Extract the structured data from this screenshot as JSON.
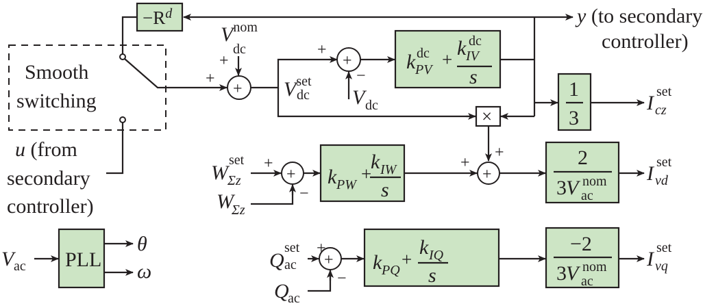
{
  "figure": {
    "blocks": {
      "droop": {
        "label": "−R",
        "sup": "d"
      },
      "pi_dc": {
        "k_p": "k",
        "k_p_sup": "dc",
        "k_p_sub": "PV",
        "plus": "+",
        "k_i": "k",
        "k_i_sup": "dc",
        "k_i_sub": "IV",
        "den": "s"
      },
      "one_third": {
        "num": "1",
        "den": "3"
      },
      "multiply": {
        "label": "×"
      },
      "pi_w": {
        "k_p": "k",
        "k_p_sub": "PW",
        "plus": "+",
        "k_i": "k",
        "k_i_sub": "IW",
        "den": "s"
      },
      "gain_d": {
        "num": "2",
        "den_coef": "3",
        "den_var": "V",
        "den_sup": "nom",
        "den_sub": "ac"
      },
      "pi_q": {
        "k_p": "k",
        "k_p_sub": "PQ",
        "plus": "+",
        "k_i": "k",
        "k_i_sub": "IQ",
        "den": "s"
      },
      "gain_q": {
        "num": "−2",
        "den_coef": "3",
        "den_var": "V",
        "den_sup": "nom",
        "den_sub": "ac"
      },
      "pll": {
        "label": "PLL"
      }
    },
    "switch_box": {
      "line1": "Smooth",
      "line2": "switching"
    },
    "signals": {
      "y_out": {
        "var": "y",
        "text1": " (to secondary",
        "text2": "controller)"
      },
      "u_in": {
        "var": "u",
        "text1": " (from",
        "text2": "secondary",
        "text3": "controller)"
      },
      "vdc_nom": {
        "var": "V",
        "sup": "nom",
        "sub": "dc"
      },
      "vdc_set": {
        "var": "V",
        "sup": "set",
        "sub": "dc"
      },
      "vdc": {
        "var": "V",
        "sub": "dc"
      },
      "icz_set": {
        "var": "I",
        "sup": "set",
        "sub": "cz"
      },
      "w_set": {
        "var": "W",
        "sup": "set",
        "sub": "Σz"
      },
      "w": {
        "var": "W",
        "sub": "Σz"
      },
      "ivd_set": {
        "var": "I",
        "sup": "set",
        "sub": "vd"
      },
      "q_set": {
        "var": "Q",
        "sup": "set",
        "sub": "ac"
      },
      "q": {
        "var": "Q",
        "sub": "ac"
      },
      "ivq_set": {
        "var": "I",
        "sup": "set",
        "sub": "vq"
      },
      "vac": {
        "var": "V",
        "sub": "ac"
      },
      "theta": "θ",
      "omega": "ω"
    },
    "signs": {
      "plus": "+",
      "minus": "−",
      "sum_symbol": "+"
    }
  }
}
